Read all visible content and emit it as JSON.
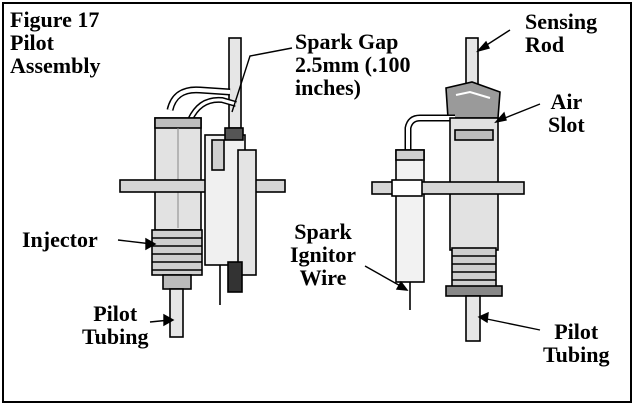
{
  "figure": {
    "title_lines": [
      "Figure 17",
      "Pilot",
      "Assembly"
    ]
  },
  "labels": {
    "spark_gap": [
      "Spark Gap",
      "2.5mm (.100",
      "inches)"
    ],
    "sensing_rod": [
      "Sensing",
      "Rod"
    ],
    "air_slot": [
      "Air",
      "Slot"
    ],
    "injector": "Injector",
    "spark_ignitor_wire": [
      "Spark",
      "Ignitor",
      "Wire"
    ],
    "pilot_tubing_left": [
      "Pilot",
      "Tubing"
    ],
    "pilot_tubing_right": [
      "Pilot",
      "Tubing"
    ]
  },
  "colors": {
    "ink": "#000000",
    "paper": "#ffffff",
    "shade": "#c8c8c8"
  }
}
